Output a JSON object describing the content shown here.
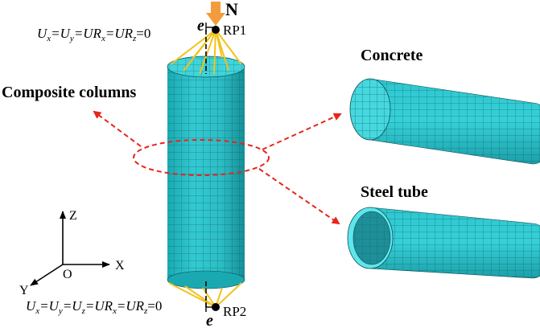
{
  "labels": {
    "load": "N",
    "ecc": "e",
    "rp1": "RP1",
    "rp2": "RP2",
    "composite": "Composite columns",
    "concrete": "Concrete",
    "steel": "Steel tube",
    "axis_z": "Z",
    "axis_x": "X",
    "axis_y": "Y",
    "axis_o": "O"
  },
  "bc_top": {
    "u1": "U",
    "s1": "x",
    "eq1": "=U",
    "s2": "y",
    "eq2": "=UR",
    "s3": "x",
    "eq3": "=UR",
    "s4": "z",
    "tail": "=0"
  },
  "bc_bottom": {
    "u1": "U",
    "s1": "x",
    "eq1": "=U",
    "s2": "y",
    "eq2": "=U",
    "s3": "z",
    "eq3": "=UR",
    "s4": "x",
    "eq4": "=UR",
    "s5": "z",
    "tail": "=0"
  },
  "colors": {
    "mesh": "#2bbcc4",
    "mesh_light": "#36cfd6",
    "mesh_dark": "#149aa3",
    "grid": "#0c4f55",
    "coupling": "#f2c21b",
    "load_arrow": "#f39c3b",
    "callout": "#e8241b"
  }
}
